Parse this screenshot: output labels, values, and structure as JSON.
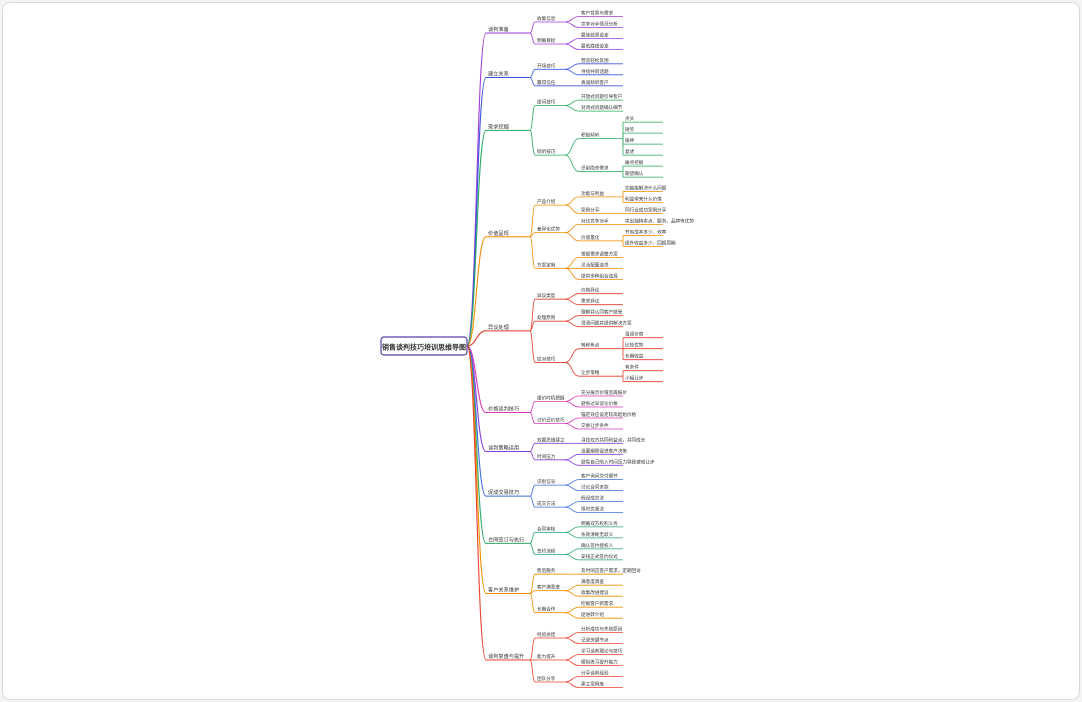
{
  "root": {
    "label": "销售谈判技巧培训思维导图"
  },
  "colors": [
    "#a13bd6",
    "#3b56e0",
    "#28a85e",
    "#f08c00",
    "#e03c2c",
    "#d43bb8",
    "#8a3bd6",
    "#3b6ee0",
    "#2aa86a",
    "#f09000",
    "#e8402c"
  ],
  "branches": [
    {
      "label": "谈判准备",
      "children": [
        {
          "label": "收集信息",
          "children": [
            {
              "label": "客户背景与需求"
            },
            {
              "label": "竞争对手情况分析"
            }
          ]
        },
        {
          "label": "明确目标",
          "children": [
            {
              "label": "最佳结果设定"
            },
            {
              "label": "最低底线设定"
            }
          ]
        }
      ]
    },
    {
      "label": "建立关系",
      "children": [
        {
          "label": "开场技巧",
          "children": [
            {
              "label": "营造轻松氛围"
            },
            {
              "label": "寻找共同话题"
            }
          ]
        },
        {
          "label": "赢得信任",
          "children": [
            {
              "label": "真诚倾听客户"
            }
          ]
        }
      ]
    },
    {
      "label": "需求挖掘",
      "children": [
        {
          "label": "提问技巧",
          "children": [
            {
              "label": "开放式问题引导客户"
            },
            {
              "label": "封闭式问题确认细节"
            }
          ]
        },
        {
          "label": "倾听技巧",
          "children": [
            {
              "label": "积极倾听",
              "children": [
                {
                  "label": "点头"
                },
                {
                  "label": "微笑"
                },
                {
                  "label": "眼神"
                },
                {
                  "label": "复述"
                }
              ]
            },
            {
              "label": "识别隐含需求",
              "children": [
                {
                  "label": "痛点挖掘"
                },
                {
                  "label": "期望确认"
                }
              ]
            }
          ]
        }
      ]
    },
    {
      "label": "价值呈现",
      "children": [
        {
          "label": "产品介绍",
          "children": [
            {
              "label": "功能与利益",
              "children": [
                {
                  "label": "功能能解决什么问题"
                },
                {
                  "label": "利益带来什么价值"
                }
              ]
            },
            {
              "label": "案例分享",
              "children": [
                {
                  "label": "同行业成功案例分享"
                }
              ]
            }
          ]
        },
        {
          "label": "差异化优势",
          "children": [
            {
              "label": "对比竞争对手",
              "children": [
                {
                  "label": "突出独特卖点、服务、品牌等优势"
                }
              ]
            },
            {
              "label": "价值量化",
              "children": [
                {
                  "label": "节省成本多少、效率"
                },
                {
                  "label": "提升收益多少、回报周期"
                }
              ]
            }
          ]
        },
        {
          "label": "方案定制",
          "children": [
            {
              "label": "根据需求调整方案"
            },
            {
              "label": "灵活配置选项"
            },
            {
              "label": "提供多种组合选择"
            }
          ]
        }
      ]
    },
    {
      "label": "异议处理",
      "children": [
        {
          "label": "异议类型",
          "children": [
            {
              "label": "价格异议"
            },
            {
              "label": "需求异议"
            }
          ]
        },
        {
          "label": "处理原则",
          "children": [
            {
              "label": "理解并认同客户感受"
            },
            {
              "label": "澄清问题并提供解决方案"
            }
          ]
        },
        {
          "label": "应对技巧",
          "children": [
            {
              "label": "转移焦点",
              "children": [
                {
                  "label": "强调价值"
                },
                {
                  "label": "比较优势"
                },
                {
                  "label": "长期收益"
                }
              ]
            },
            {
              "label": "让步策略",
              "children": [
                {
                  "label": "有条件"
                },
                {
                  "label": "小幅让步"
                }
              ]
            }
          ]
        }
      ]
    },
    {
      "label": "价格谈判技巧",
      "children": [
        {
          "label": "报价时机把握",
          "children": [
            {
              "label": "充分展示价值后再报价"
            },
            {
              "label": "避免过早谈论价格"
            }
          ]
        },
        {
          "label": "讨价还价技巧",
          "children": [
            {
              "label": "锚定效应设定较高起始价格"
            },
            {
              "label": "交换让步条件"
            }
          ]
        }
      ]
    },
    {
      "label": "谈判策略运用",
      "children": [
        {
          "label": "双赢思维建立",
          "children": [
            {
              "label": "寻找双方共同利益点，共同成长"
            }
          ]
        },
        {
          "label": "时间压力",
          "children": [
            {
              "label": "设置期限促进客户决策"
            },
            {
              "label": "避免自己陷入时间压力导致被动让步"
            }
          ]
        }
      ]
    },
    {
      "label": "促成交易技巧",
      "children": [
        {
          "label": "识别信号",
          "children": [
            {
              "label": "客户询问交付细节"
            },
            {
              "label": "讨论合同条款"
            }
          ]
        },
        {
          "label": "成交方法",
          "children": [
            {
              "label": "假设成交法"
            },
            {
              "label": "限时优惠法"
            }
          ]
        }
      ]
    },
    {
      "label": "合同签订与执行",
      "children": [
        {
          "label": "合同审核",
          "children": [
            {
              "label": "明确双方权利义务"
            },
            {
              "label": "条款清晰无歧义"
            }
          ]
        },
        {
          "label": "签约流程",
          "children": [
            {
              "label": "确认签约授权人"
            },
            {
              "label": "安排正式签约仪式"
            }
          ]
        }
      ]
    },
    {
      "label": "客户关系维护",
      "children": [
        {
          "label": "售后服务",
          "children": [
            {
              "label": "及时响应客户需求，定期回访"
            }
          ]
        },
        {
          "label": "客户满意度",
          "children": [
            {
              "label": "满意度调查"
            },
            {
              "label": "收集改进建议"
            }
          ]
        },
        {
          "label": "长期合作",
          "children": [
            {
              "label": "挖掘客户新需求"
            },
            {
              "label": "促进转介绍"
            }
          ]
        }
      ]
    },
    {
      "label": "谈判复盘与提升",
      "children": [
        {
          "label": "经验总结",
          "children": [
            {
              "label": "分析成功与失败原因"
            },
            {
              "label": "记录关键节点"
            }
          ]
        },
        {
          "label": "能力提升",
          "children": [
            {
              "label": "学习谈判理论与技巧"
            },
            {
              "label": "模拟练习提升能力"
            }
          ]
        },
        {
          "label": "团队分享",
          "children": [
            {
              "label": "分享谈判经验"
            },
            {
              "label": "建立案例库"
            }
          ]
        }
      ]
    }
  ]
}
